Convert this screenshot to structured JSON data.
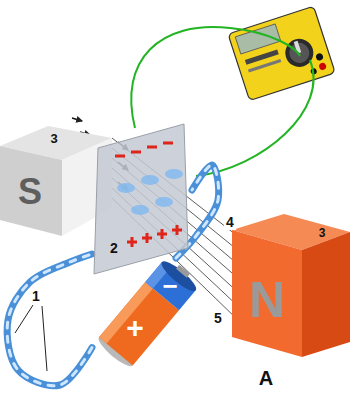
{
  "diagram": {
    "nodes": [
      {
        "text": [
          "3",
          "S"
        ]
      },
      {
        "text": [
          "2"
        ]
      },
      {
        "text": [
          "3",
          "N"
        ]
      },
      {
        "text": [
          "+",
          "−"
        ]
      }
    ],
    "edges": [
      {
        "from": 3,
        "to": 1,
        "arrow": "none"
      },
      {
        "from": 3,
        "to": 1,
        "arrow": "none"
      }
    ],
    "labels": [
      "4",
      "1",
      "5",
      "A"
    ]
  }
}
